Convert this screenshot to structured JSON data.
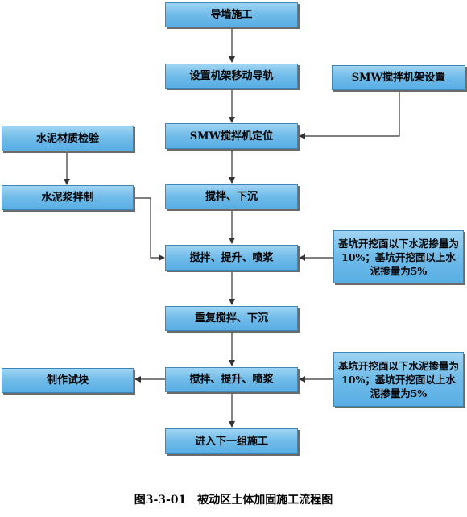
{
  "nodes": {
    "guide_wall": "导墙施工",
    "rail_setup": "设置机架移动导轨",
    "smw_frame_setup": "SMW搅拌机架设置",
    "smw_position": "SMW搅拌机定位",
    "cement_inspect": "水泥材质检验",
    "slurry_mix": "水泥浆拌制",
    "stir_sink_1": "搅拌、下沉",
    "stir_lift_spray_1": "搅拌、提升、喷浆",
    "note_1": "基坑开挖面以下水泥掺量为10%；基坑开挖面以上水泥掺量为5%",
    "repeat_stir_sink": "重复搅拌、下沉",
    "stir_lift_spray_2": "搅拌、提升、喷浆",
    "note_2": "基坑开挖面以下水泥掺量为10%；基坑开挖面以上水泥掺量为5%",
    "make_specimen": "制作试块",
    "next_group": "进入下一组施工"
  },
  "caption": "图3-3-01　被动区土体加固施工流程图",
  "colors": {
    "box_top": "#9fd4f3",
    "box_bottom": "#58aee4",
    "line": "#333333"
  }
}
